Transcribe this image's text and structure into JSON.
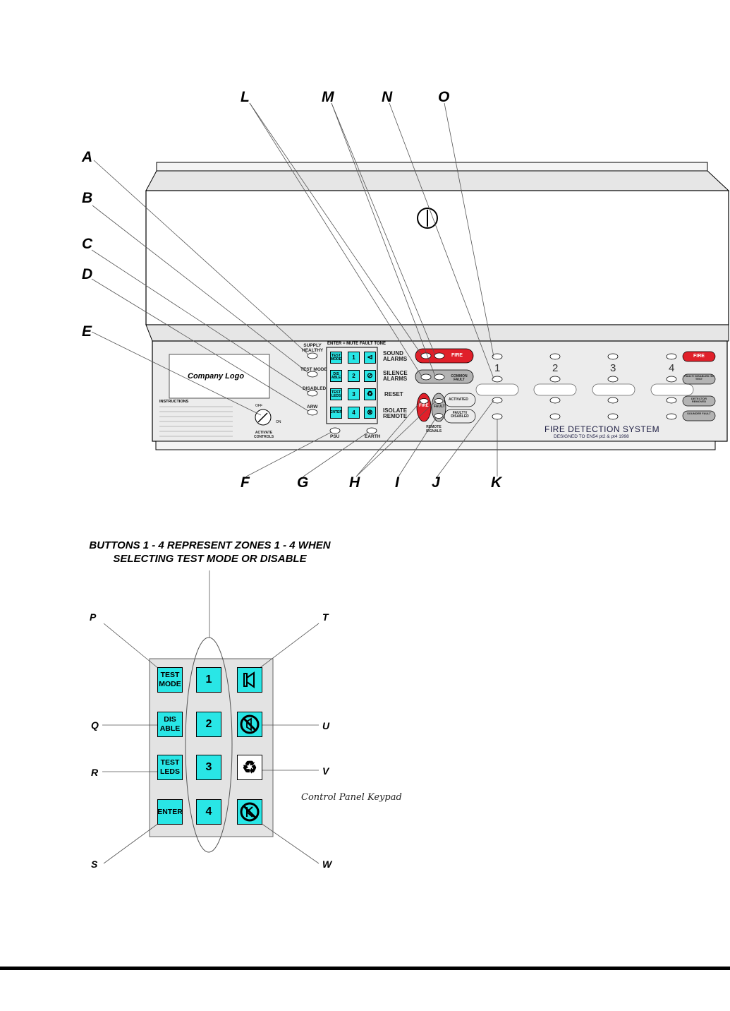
{
  "callouts_top": [
    "L",
    "M",
    "N",
    "O"
  ],
  "callouts_left": [
    "A",
    "B",
    "C",
    "D",
    "E"
  ],
  "callouts_bottom": [
    "F",
    "G",
    "H",
    "I",
    "J",
    "K"
  ],
  "callouts_keypad_left": [
    "P",
    "Q",
    "R",
    "S"
  ],
  "callouts_keypad_right": [
    "T",
    "U",
    "V",
    "W"
  ],
  "panel": {
    "logo": "Company Logo",
    "keypad_header": "ENTER = MUTE FAULT TONE",
    "status_leds": [
      "SUPPLY HEALTHY",
      "TEST MODE",
      "DISABLED",
      "ARW"
    ],
    "power_labels": [
      "PSU",
      "EARTH"
    ],
    "keys": [
      "TEST MODE",
      "DIS ABLE",
      "TEST LEDS",
      "ENTER",
      "1",
      "2",
      "3",
      "4"
    ],
    "controls": [
      "SOUND ALARMS",
      "SILENCE ALARMS",
      "RESET",
      "ISOLATE REMOTE"
    ],
    "fire_label": "FIRE",
    "common_fault": "COMMON FAULT",
    "fault_label": "FAULT",
    "activated": "ACTIVATED",
    "faulty_disabled": "FAULTY/ DISABLED",
    "remote_signals": "REMOTE SIGNALS",
    "zones": [
      "1",
      "2",
      "3",
      "4"
    ],
    "right_status": [
      "FIRE",
      "FAULT/ DISABLED /IN TEST",
      "DETECTOR REMOVED",
      "SOUNDER FAULT"
    ],
    "instructions_title": "INSTRUCTIONS",
    "activate_switch": {
      "off": "OFF",
      "on": "ON",
      "label": "ACTIVATE CONTROLS"
    },
    "title": "FIRE DETECTION SYSTEM",
    "subtitle": "DESIGNED TO EN54 pt2 & pt4 1998"
  },
  "keypad_caption": "BUTTONS 1 - 4 REPRESENT ZONES 1 - 4 WHEN SELECTING TEST MODE OR DISABLE",
  "keypad_keys": {
    "test_mode": "TEST MODE",
    "disable": "DIS ABLE",
    "test_leds": "TEST LEDS",
    "enter": "ENTER",
    "nums": [
      "1",
      "2",
      "3",
      "4"
    ]
  },
  "keypad_title": "Control Panel Keypad"
}
